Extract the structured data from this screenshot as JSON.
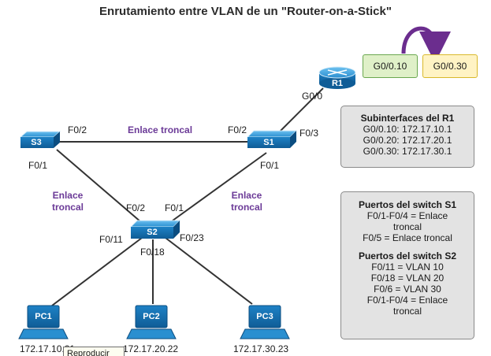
{
  "title": "Enrutamiento entre VLAN de un \"Router-on-a-Stick\"",
  "devices": {
    "r1": "R1",
    "s1": "S1",
    "s2": "S2",
    "s3": "S3",
    "pc1": "PC1",
    "pc2": "PC2",
    "pc3": "PC3"
  },
  "ports": {
    "r1_g00": "G0/0",
    "s3_f02": "F0/2",
    "s3_f01": "F0/1",
    "s1_f02": "F0/2",
    "s1_f03": "F0/3",
    "s1_f01": "F0/1",
    "s2_f02": "F0/2",
    "s2_f01": "F0/1",
    "s2_f011": "F0/11",
    "s2_f018": "F0/18",
    "s2_f023": "F0/23"
  },
  "links": {
    "s3_s1": "Enlace troncal",
    "s3_s2_line1": "Enlace",
    "s3_s2_line2": "troncal",
    "s1_s2_line1": "Enlace",
    "s1_s2_line2": "troncal"
  },
  "pc_ips": {
    "pc1": "172.17.10.21",
    "pc2": "172.17.20.22",
    "pc3": "172.17.30.23"
  },
  "subinterface_tags": {
    "first": "G0/0.10",
    "second": "G0/0.30"
  },
  "r1_panel": {
    "heading": "Subinterfaces del R1",
    "lines": [
      "G0/0.10: 172.17.10.1",
      "G0/0.20: 172.17.20.1",
      "G0/0.30: 172.17.30.1"
    ]
  },
  "switch_panel": {
    "s1_heading": "Puertos del switch S1",
    "s1_lines": [
      "F0/1-F0/4 = Enlace",
      "troncal",
      "F0/5 = Enlace troncal"
    ],
    "s2_heading": "Puertos del switch S2",
    "s2_lines": [
      "F0/11 = VLAN 10",
      "F0/18 = VLAN 20",
      "F0/6 = VLAN 30",
      "F0/1-F0/4 = Enlace",
      "troncal"
    ]
  },
  "tooltip": "Reproducir",
  "colors": {
    "device_blue": "#1d7fc4",
    "trunk_label": "#6b3a97",
    "arrow_purple": "#6b2d8e",
    "panel_bg": "#e3e3e3",
    "tag_green": "#dff0c8",
    "tag_yellow": "#fff3c4"
  }
}
